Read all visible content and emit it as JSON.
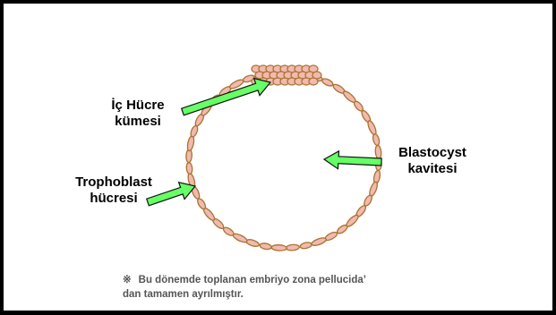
{
  "labels": {
    "inner_cell_line1": "İç Hücre",
    "inner_cell_line2": "kümesi",
    "blastocyst_line1": "Blastocyst",
    "blastocyst_line2": "kavitesi",
    "trophoblast_line1": "Trophoblast",
    "trophoblast_line2": "hücresi"
  },
  "note": {
    "symbol": "※",
    "line1": "Bu dönemde toplanan embriyo zona pellucida’",
    "line2": "dan tamamen ayrılmıştır."
  },
  "colors": {
    "background": "#ffffff",
    "border": "#000000",
    "cell_fill": "#f2b8b2",
    "cell_edge": "#a8742a",
    "arrow_fill": "#66ff66",
    "arrow_edge": "#111111"
  }
}
